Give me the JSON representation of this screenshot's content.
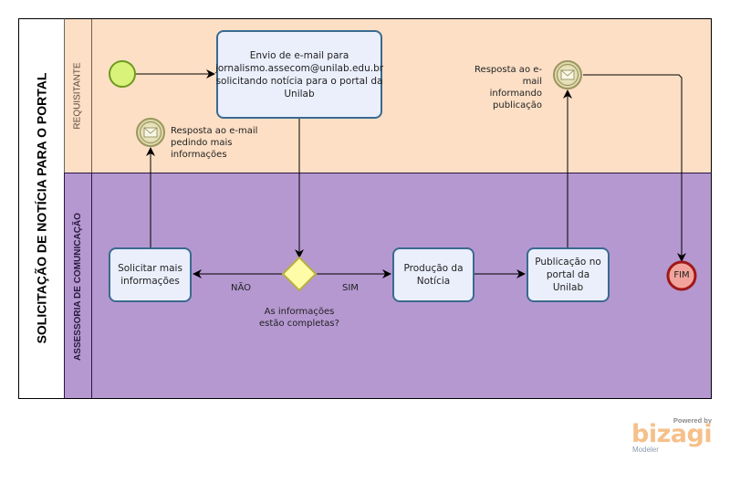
{
  "pool": {
    "title": "SOLICITAÇÃO DE NOTÍCIA PARA O PORTAL"
  },
  "lanes": [
    {
      "id": "requisitante",
      "label": "REQUISITANTE",
      "color": "#FCDFC5"
    },
    {
      "id": "assessoria",
      "label": "ASSESSORIA DE COMUNICAÇÃO",
      "color": "#B598D0"
    }
  ],
  "events": {
    "start": {
      "type": "start",
      "color": "#D9F27A"
    },
    "msg_more_info": {
      "type": "intermediate-message",
      "label": "Resposta ao e-mail pedindo mais informações"
    },
    "msg_published": {
      "type": "intermediate-message",
      "label": "Resposta ao e-mail informando publicação"
    },
    "end": {
      "type": "end",
      "label": "FIM",
      "color": "#F2A49C"
    }
  },
  "tasks": {
    "envio": {
      "label": "Envio de e-mail para jornalismo.assecom@unilab.edu.br solicitando notícia para o portal da Unilab"
    },
    "solicitar": {
      "label": "Solicitar mais informações"
    },
    "producao": {
      "label": "Produção da Notícia"
    },
    "publicacao": {
      "label": "Publicação no portal da Unilab"
    }
  },
  "gateway": {
    "label": "As informações estão completas?",
    "no_label": "NÃO",
    "yes_label": "SIM",
    "color": "#FFFCA8"
  },
  "branding": {
    "powered_by": "Powered by",
    "logo": "bizagi",
    "product": "Modeler"
  }
}
